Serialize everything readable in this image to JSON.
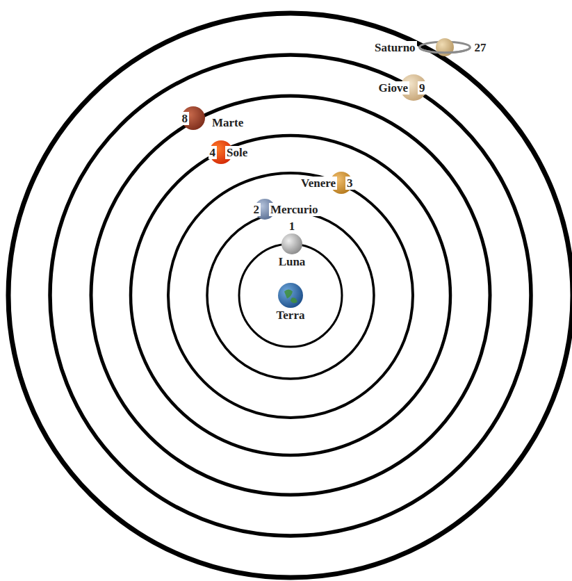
{
  "diagram": {
    "nodes": [
      {
        "text": [
          "Terra"
        ]
      },
      {
        "text": [
          "1",
          "Luna"
        ]
      },
      {
        "text": [
          "2",
          "Mercurio"
        ]
      },
      {
        "text": [
          "Venere",
          "3"
        ]
      },
      {
        "text": [
          "4",
          "Sole"
        ]
      },
      {
        "text": [
          "8",
          "Marte"
        ]
      },
      {
        "text": [
          "Giove",
          "9"
        ]
      },
      {
        "text": [
          "Saturno",
          "27"
        ]
      }
    ]
  }
}
